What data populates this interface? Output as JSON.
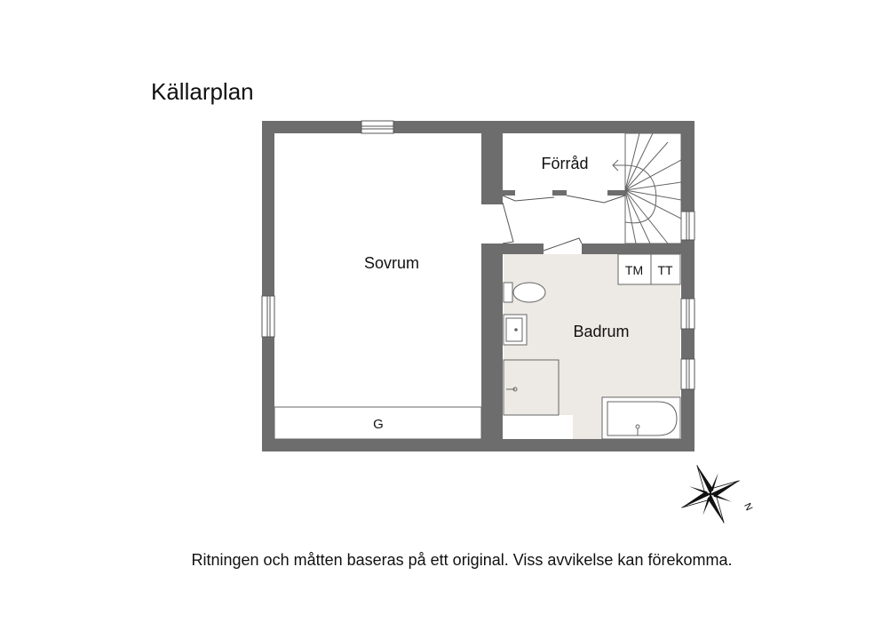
{
  "title": "Källarplan",
  "rooms": {
    "bedroom": "Sovrum",
    "storage": "Förråd",
    "bathroom": "Badrum",
    "garderob": "G",
    "tm": "TM",
    "tt": "TT"
  },
  "compass": {
    "north_label": "N",
    "icon": "compass-rose-icon"
  },
  "disclaimer": "Ritningen och måtten baseras på ett original. Viss avvikelse kan förekomma.",
  "colors": {
    "wall": "#6d6d6d",
    "bathroom_floor": "#ede9e4",
    "background": "#ffffff"
  }
}
